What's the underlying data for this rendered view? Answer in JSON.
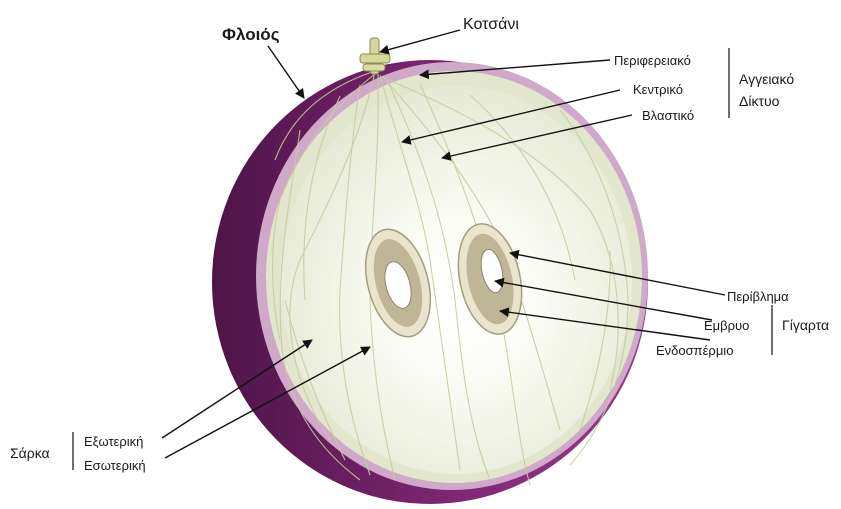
{
  "labels": {
    "skin": "Φλοιός",
    "stem": "Κοτσάνι",
    "peripheral": "Περιφερειακό",
    "central": "Κεντρικό",
    "ovular": "Βλαστικό",
    "vascular_group_line1": "Αγγειακό",
    "vascular_group_line2": "Δίκτυο",
    "seed_coat": "Περίβλημα",
    "embryo": "Εμβρυο",
    "endosperm": "Ενδοσπέρμιο",
    "seed_group": "Γίγαρτα",
    "flesh_outer": "Εξωτερική",
    "flesh_inner": "Εσωτερική",
    "flesh_group": "Σάρκα"
  },
  "colors": {
    "skin_dark": "#5a1a52",
    "skin_mid": "#8a2a7e",
    "skin_rim": "#c9a0c4",
    "flesh": "#ecefdc",
    "flesh_center": "#ffffff",
    "veins": "#c9cfa4",
    "seed_coat": "#e6e3c8",
    "seed_ring": "#8e8567",
    "arrow": "#111111",
    "stem": "#d8d79a"
  }
}
